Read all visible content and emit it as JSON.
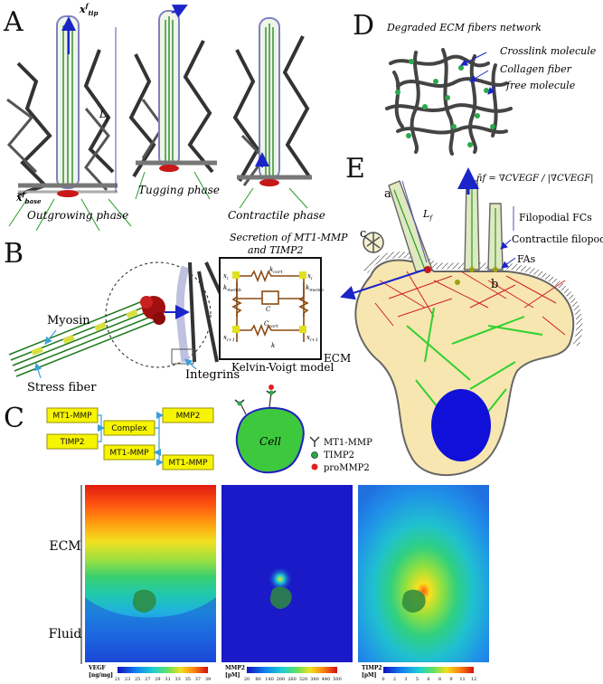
{
  "panels": {
    "A": {
      "letter": "A",
      "phase_labels": [
        "Outgrowing phase",
        "Tugging phase",
        "Contractile phase"
      ],
      "tip_label": "x",
      "tip_sup": "f",
      "tip_sub": "tip",
      "base_label": "x",
      "base_sup": "f",
      "base_sub": "base",
      "length_label": "L",
      "length_sub": "f"
    },
    "B": {
      "letter": "B",
      "labels": {
        "myosin": "Myosin",
        "stress_fiber": "Stress fiber",
        "integrins": "Integrins",
        "ecm": "ECM",
        "kelvin_voigt": "Kelvin-Voigt model"
      },
      "kv_symbols": [
        "x",
        "k",
        "C",
        "k",
        "x",
        "x",
        "k",
        "C",
        "k",
        "x"
      ],
      "kv_sub": [
        "i",
        "cort",
        "",
        "memb",
        "i+1",
        "i",
        "memb",
        "cort",
        "",
        "i+1"
      ]
    },
    "C": {
      "letter": "C",
      "pathway": {
        "mt1mmp_left": "MT1-MMP",
        "timp2": "TIMP2",
        "complex": "Complex",
        "mmp2": "MMP2",
        "mt1mmp_mid": "MT1-MMP",
        "mt1mmp_right": "MT1-MMP"
      },
      "cell_label": "Cell",
      "legend": [
        "MT1-MMP",
        "TIMP2",
        "proMMP2"
      ]
    },
    "D": {
      "letter": "D",
      "title": "Degraded ECM fibers network",
      "labels": [
        "Crosslink molecule",
        "Collagen fiber",
        "free molecule"
      ]
    },
    "E": {
      "letter": "E",
      "gradient_formula": "n̄f = ∇CVEGF / |∇CVEGF|",
      "secretion_label": "Secretion of MT1-MMP and TIMP2",
      "secretion_line1": "Secretion of MT1-MMP",
      "secretion_line2": "and TIMP2",
      "labels": {
        "filopodial_fcs": "Filopodial FCs",
        "contractile_filopodia": "Contractile filopodia",
        "fas": "FAs",
        "a": "a",
        "b": "b",
        "c": "c",
        "lf": "L",
        "lf_sub": "f"
      }
    }
  },
  "maps": {
    "region_labels": [
      "ECM",
      "Fluid"
    ],
    "items": [
      {
        "name": "VEGF",
        "unit": "[ng/mg]",
        "ticks": [
          "21",
          "23",
          "25",
          "27",
          "29",
          "31",
          "33",
          "35",
          "37",
          "39"
        ]
      },
      {
        "name": "MMP2",
        "unit": "[pM]",
        "ticks": [
          "20",
          "80",
          "140",
          "200",
          "260",
          "320",
          "380",
          "440",
          "500"
        ]
      },
      {
        "name": "TIMP2",
        "unit": "[pM]",
        "ticks": [
          "0",
          "2",
          "3",
          "5",
          "6",
          "8",
          "9",
          "11",
          "12"
        ]
      }
    ]
  },
  "colors": {
    "yellow_box": "#f6f400",
    "cell_green": "#3ec83e",
    "cell_body": "#f7e6b0",
    "nucleus": "#1010d8",
    "map2_bg": "#1a1ac8",
    "fiber_gray": "#444444",
    "arrow_blue": "#1a24c8",
    "fiber_red": "#d02020"
  }
}
